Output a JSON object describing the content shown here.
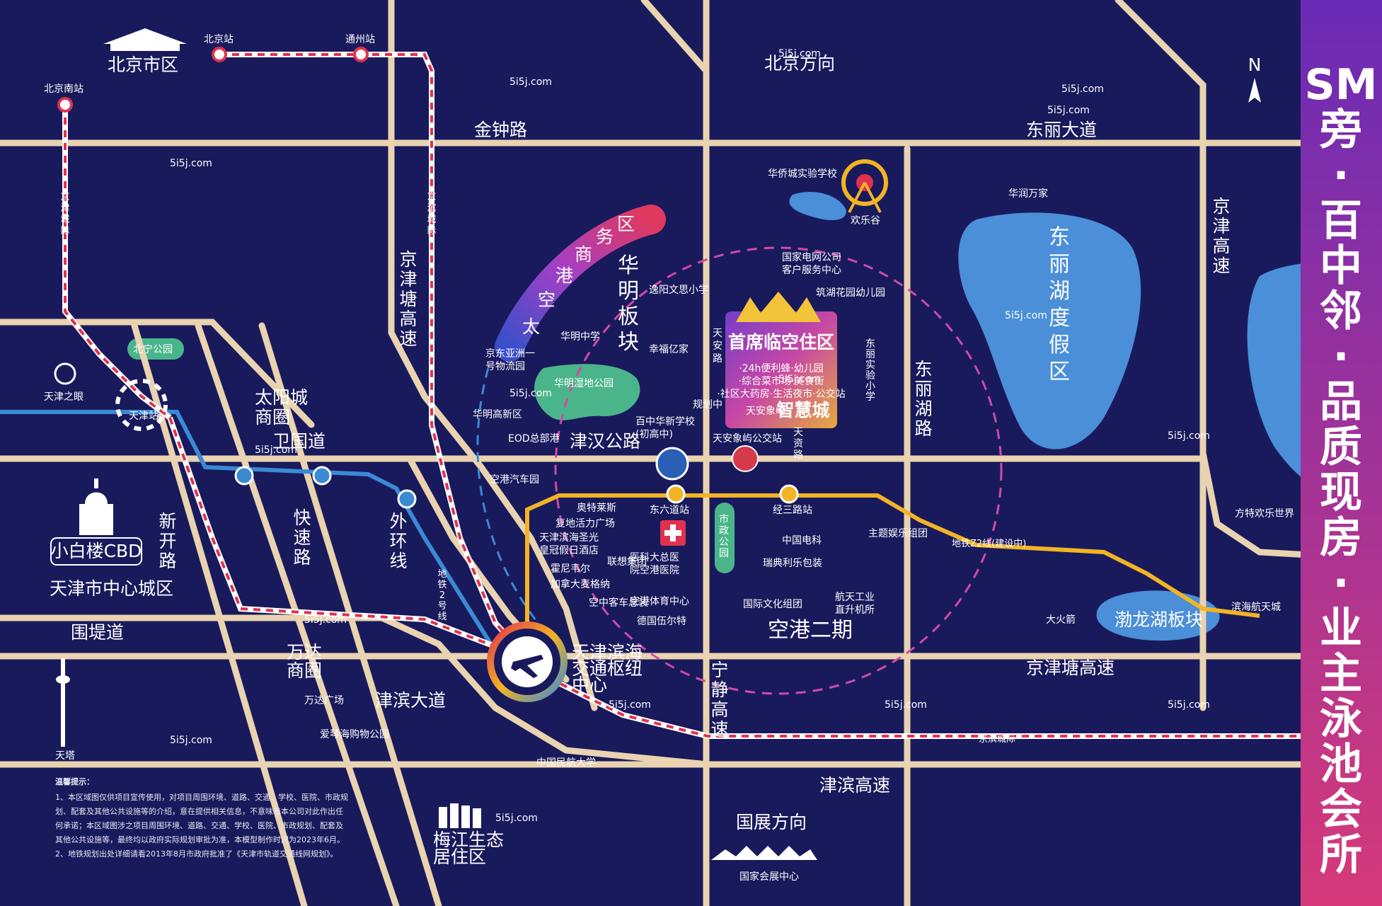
{
  "colors": {
    "background": "#191a5c",
    "road": "#e9d3b0",
    "rail": "#ffffff",
    "rail_dash": "#e0324e",
    "metro_blue": "#3a8ad4",
    "metro_yellow": "#f2b425",
    "lake": "#4a8fd8",
    "park": "#4ab58a",
    "sidebar_top": "#6a2bb6",
    "sidebar_bottom": "#d63a7a"
  },
  "compass": {
    "label": "N"
  },
  "directions": {
    "beijing": "北京方向",
    "guozhan": "国展方向"
  },
  "roads": {
    "jinzhong": "金钟路",
    "dongli_avenue": "东丽大道",
    "jingjin_expressway": "京津高速",
    "jingjintang_west": "京津塘高速",
    "jingjintang_east": "京津塘高速",
    "huaming_bankuai": "华明板块",
    "tianan": "天安路",
    "dongli_lake_road": "东丽湖路",
    "weiguo": "卫国道",
    "jinhan": "津汉公路",
    "xinkai": "新开路",
    "kuaisu": "快速路",
    "waihuan": "外环线",
    "weidi": "围堤道",
    "jinbin_avenue": "津滨大道",
    "ningjing": "宁静高速",
    "jinbin_expressway": "津滨高速",
    "konggang_erqi": "空港二期",
    "dongli_resort": "东丽湖度假区",
    "bohailong": "渤龙湖板块",
    "taiyangcheng": "太阳城商圈",
    "wanda": "万达商圈",
    "meijiang": "梅江生态居住区",
    "city_center": "天津市中心城区",
    "beijing_city": "北京市区",
    "taikong": "太空港商务区",
    "tianzi": "天资路"
  },
  "stations": {
    "beijing_south": "北京南站",
    "beijing": "北京站",
    "tongzhou": "通州站",
    "tianjin": "天津站",
    "tianjin_eye": "天津之眼",
    "dongliudao": "东六道站",
    "jingsanlu": "经三路站",
    "hub": "天津滨海交通枢纽中心"
  },
  "rail_tags": {
    "jingjin_city": "京津城际",
    "jingbin_city": "京滨城际",
    "jingbin_bottom": "京滨城际",
    "metro2": "地铁2号线",
    "metroZ2": "地铁Z2线(建设中)"
  },
  "project": {
    "title": "首席临空住区",
    "features": [
      "·24h便利蜂·幼儿园",
      "·综合菜市场·美食街",
      "·社区大药房·生活夜市·公交站"
    ],
    "brand_small": "天安象屿",
    "brand_big": "智慧城",
    "planning_tag": "规划中"
  },
  "pois": {
    "huaqiao": "华侨城实验学校",
    "huanlegu": "欢乐谷",
    "huarun": "华润万家",
    "guojia_dianwang": "国家电网公司客户服务中心",
    "zhuhu": "筑湖花园幼儿园",
    "yiyang": "逸阳文思小学",
    "huaming_middle": "华明中学",
    "xingfu": "幸福亿家",
    "jingdong": "京东亚洲一号物流园",
    "huaming_wetland": "华明湿地公园",
    "beining_park": "北宁公园",
    "huaming_new": "华明高新区",
    "eod": "EOD总部港",
    "baizhong": "百中华新学校(初高中)",
    "dongli_experimental": "东丽实验小学",
    "bus_station": "天安象屿公交站",
    "kongang_car": "空港汽车园",
    "aote": "奥特莱斯",
    "fudi": "复地活力广场",
    "crowne": "天津滨海圣光皇冠假日酒店",
    "huoni": "霍尼韦尔",
    "lianxiang": "联想集团",
    "canada": "加拿大麦格纳",
    "airbus": "空中客车总装",
    "deguo": "德国伍尔特",
    "yike_hospital": "医科大总医院空港医院",
    "stadium": "空港体育中心",
    "municipal_park": "市政公园",
    "zhongguo_dianke": "中国电科",
    "ruidian": "瑞典利乐包装",
    "guoji_wenhua": "国际文化组团",
    "hangtian": "航天工业直升机所",
    "zhuti": "主题娱乐组团",
    "fangte": "方特欢乐世界",
    "dahuojian": "大火箭",
    "binhai_hangtian": "滨海航天城",
    "xiaobailou": "小白楼CBD",
    "wanda_plaza": "万达广场",
    "aiqinhai": "爱琴海购物公园",
    "civil_aviation": "中国民航大学",
    "tianta": "天塔",
    "expo": "国家会展中心"
  },
  "notice": {
    "title": "温馨提示：",
    "lines": [
      "1、本区域图仅供项目宣传使用，对项目周围环境、道路、交通、学校、医院、市政规",
      "划、配套及其他公共设施等的介绍，意在提供相关信息，不意味着本公司对此作出任",
      "何承诺；本区域图涉之项目周围环境、道路、交通、学校、医院、市政规划、配套及",
      "其他公共设施等，最终均以政府实际规划审批为准，本模型制作时间为2023年6月。",
      "2、地铁规划出处详细请看2013年8月市政府批准了《天津市轨道交通线网规划》。"
    ]
  },
  "sidebar": {
    "lines": [
      "SM",
      "旁",
      "·",
      "百",
      "中",
      "邻",
      "·",
      "品",
      "质",
      "现",
      "房",
      "·",
      "业",
      "主",
      "泳",
      "池",
      "会",
      "所"
    ]
  },
  "watermark": "5i5j.com"
}
